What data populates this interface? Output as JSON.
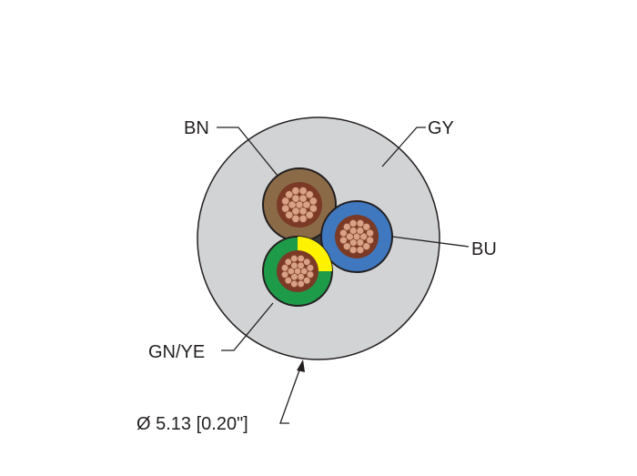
{
  "labels": {
    "brown": "BN",
    "gray": "GY",
    "blue": "BU",
    "green_yellow": "GN/YE",
    "diameter": "Ø 5.13 [0.20\"]"
  },
  "colors": {
    "jacket": "#d1d3d4",
    "outline": "#231f20",
    "brown": "#8b6a47",
    "blue": "#3f78bf",
    "green": "#1e9b48",
    "yellow": "#fff200",
    "copper": "#d9a287"
  },
  "conductors": [
    {
      "name": "brown",
      "color": "brown",
      "stripe": false
    },
    {
      "name": "blue",
      "color": "blue",
      "stripe": false
    },
    {
      "name": "green-yellow",
      "color": "green",
      "stripe": true
    }
  ]
}
